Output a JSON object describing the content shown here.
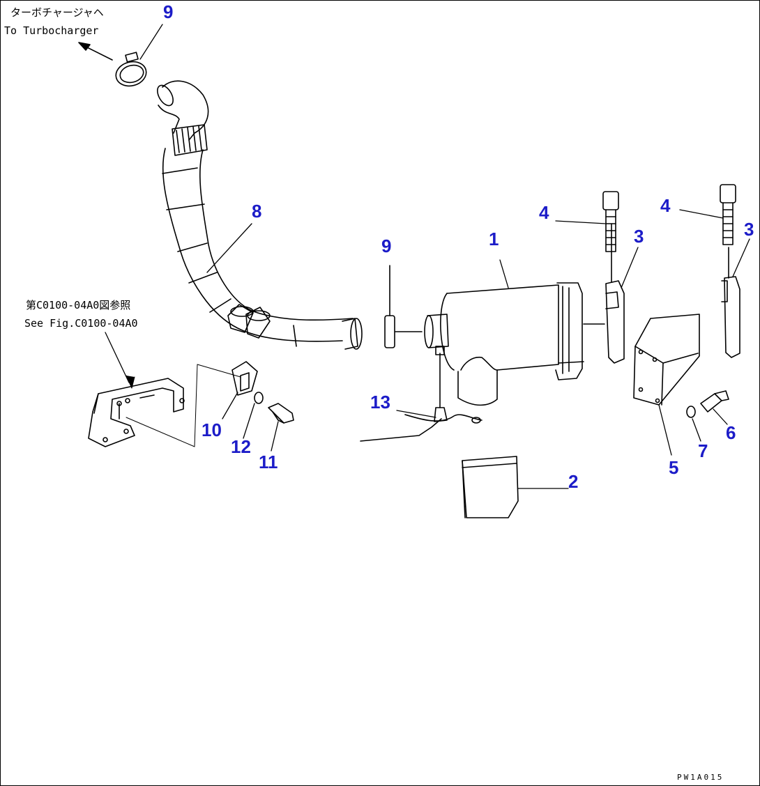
{
  "notes": {
    "turbo_jp": "ターボチャージャヘ",
    "turbo_en": "To Turbocharger",
    "see_fig_jp": "第C0100-04A0図参照",
    "see_fig_en": "See Fig.C0100-04A0"
  },
  "callouts": [
    "9",
    "8",
    "1",
    "9",
    "4",
    "3",
    "4",
    "3",
    "13",
    "10",
    "12",
    "11",
    "2",
    "5",
    "7",
    "6"
  ],
  "drawing_code": "PW1A015",
  "colors": {
    "callout": "#1c1cc8",
    "line": "#000000"
  }
}
